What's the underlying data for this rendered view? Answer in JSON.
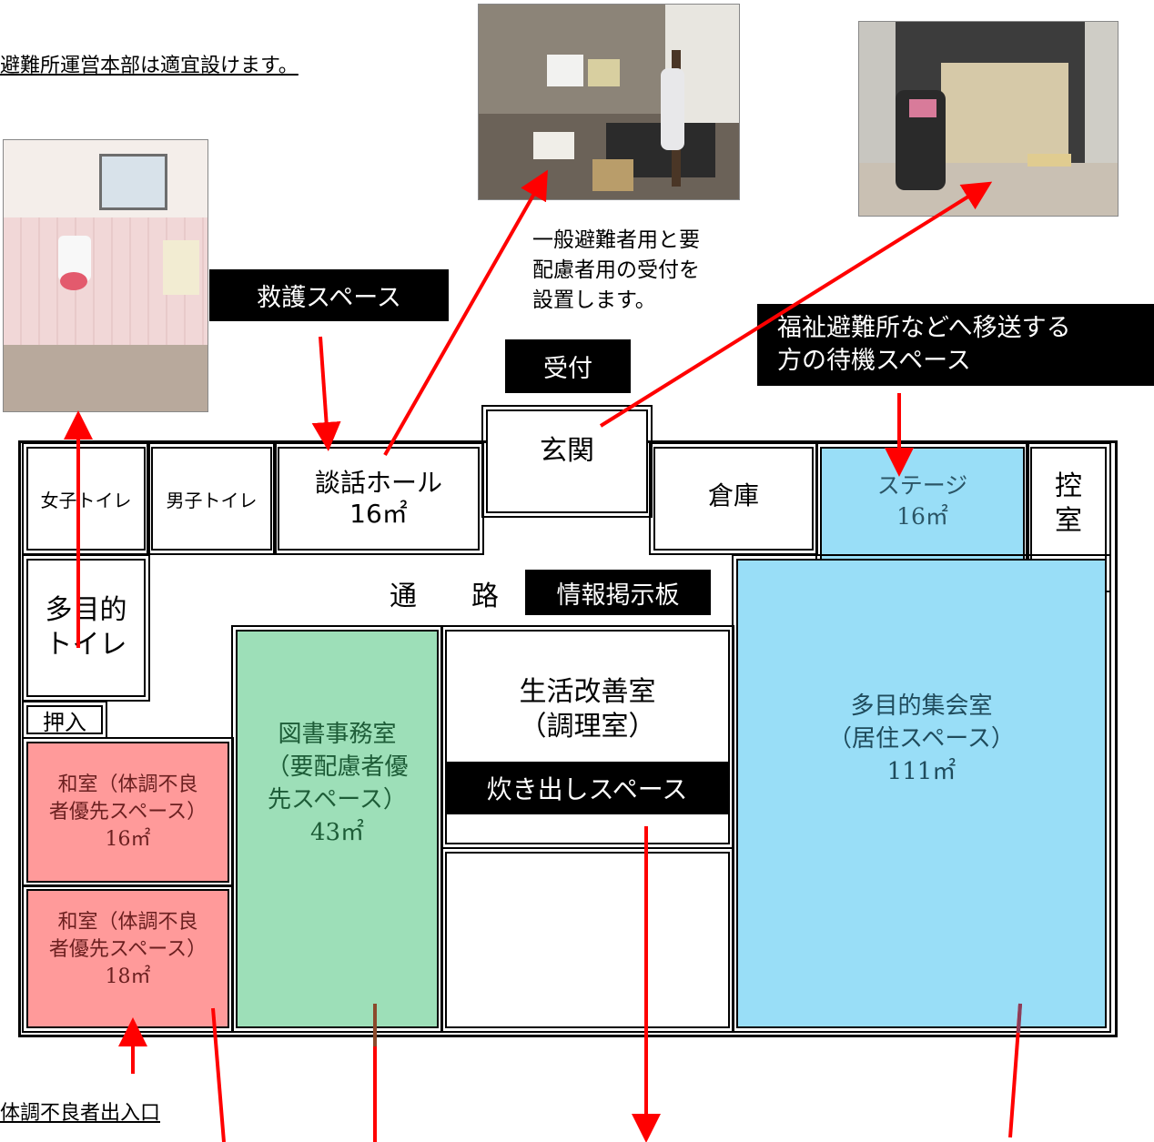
{
  "header": {
    "note": "避難所運営本部は適宜設けます。"
  },
  "captions": {
    "reception_note": "一般避難者用と要\n配慮者用の受付を\n設置します。",
    "rescue_space": "救護スペース",
    "reception": "受付",
    "waiting_space": "福祉避難所などへ移送する\n方の待機スペース",
    "info_board": "情報掲示板",
    "cooking_space": "炊き出しスペース",
    "entrance_sick": "体調不良者出入口"
  },
  "rooms": {
    "womens_toilet": "女子トイレ",
    "mens_toilet": "男子トイレ",
    "lounge_hall": "談話ホール",
    "lounge_area": "16㎡",
    "entrance_hall": "玄関",
    "storage": "倉庫",
    "stage": "ステージ",
    "stage_area": "16㎡",
    "green_room": "控\n室",
    "multi_toilet": "多目的\nトイレ",
    "closet": "押入",
    "corridor": "通　　路",
    "life_improvement": "生活改善室\n（調理室）",
    "library_office": "図書事務室\n（要配慮者優\n先スペース）",
    "library_area": "43㎡",
    "japanese_room_1": "和室（体調不良\n者優先スペース）",
    "japanese_room_1_area": "16㎡",
    "japanese_room_2": "和室（体調不良\n者優先スペース）",
    "japanese_room_2_area": "18㎡",
    "multipurpose_hall": "多目的集会室\n（居住スペース）",
    "multipurpose_area": "111㎡"
  },
  "colors": {
    "red_room": "#ff9a9a",
    "green_room": "#9ddfb8",
    "blue_room": "#99def7",
    "arrow": "#ff0000",
    "label_bg": "#000000"
  },
  "photos": [
    "toilet-photo",
    "reception-photo",
    "entrance-photo"
  ]
}
